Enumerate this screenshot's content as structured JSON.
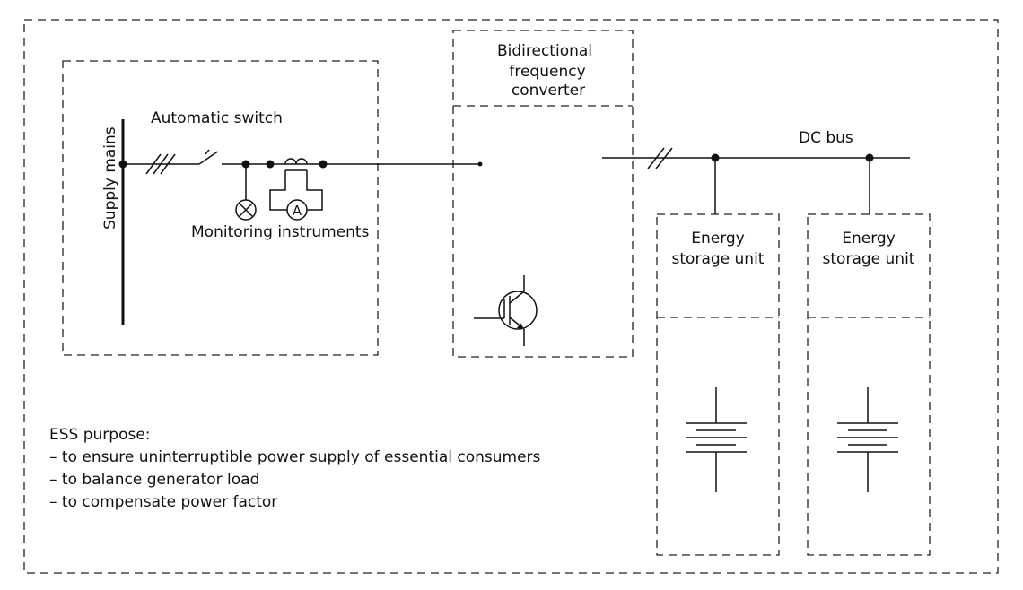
{
  "labels": {
    "supply_mains": "Supply mains",
    "automatic_switch": "Automatic switch",
    "monitoring_instruments": "Monitoring instruments",
    "ammeter_symbol": "A",
    "converter_line1": "Bidirectional",
    "converter_line2": "frequency",
    "converter_line3": "converter",
    "dc_bus": "DC bus",
    "storage_unit_1_line1": "Energy",
    "storage_unit_1_line2": "storage unit",
    "storage_unit_2_line1": "Energy",
    "storage_unit_2_line2": "storage unit"
  },
  "purpose": {
    "heading": "ESS purpose:",
    "items": [
      "– to ensure uninterruptible power supply of essential consumers",
      "– to balance generator load",
      "– to compensate power factor"
    ]
  }
}
